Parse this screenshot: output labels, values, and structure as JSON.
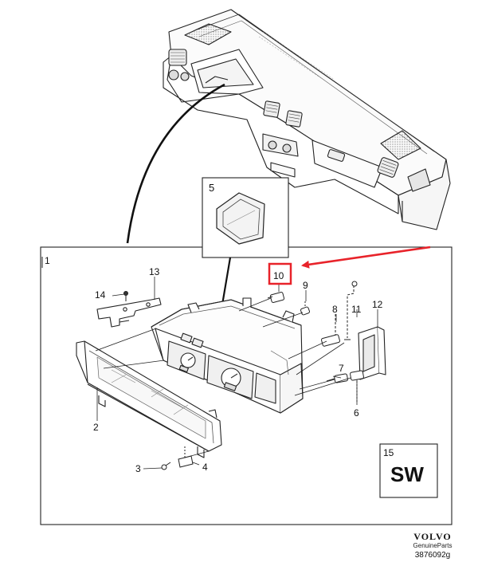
{
  "diagram": {
    "frame_label": "1",
    "callouts": {
      "c2": "2",
      "c3": "3",
      "c4": "4",
      "c5": "5",
      "c6": "6",
      "c7": "7",
      "c8": "8",
      "c9": "9",
      "c10": "10",
      "c11": "11",
      "c12": "12",
      "c13": "13",
      "c14": "14",
      "c15": "15"
    },
    "sw_badge": "SW",
    "highlight_color": "#e8232a"
  },
  "footer": {
    "brand": "VOLVO",
    "subtitle": "GenuineParts",
    "drawing_number": "3876092g"
  }
}
